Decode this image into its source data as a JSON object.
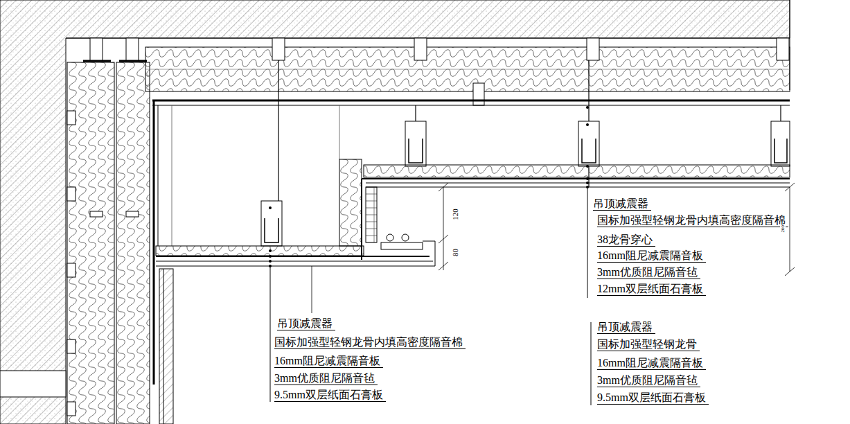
{
  "diagram": {
    "labels": [
      "吊顶减震器",
      "国标加强型轻钢龙骨内填高密度隔音棉",
      "38龙骨穿心",
      "16mm阻尼减震隔音板",
      "3mm优质阻尼隔音毡",
      "12mm双层纸面石膏板",
      "吊顶减震器",
      "国标加强型轻钢龙骨",
      "16mm阻尼减震隔音板",
      "3mm优质阻尼隔音毡",
      "9.5mm双层纸面石膏板",
      "吊顶减震器",
      "国标加强型轻钢龙骨内填高密度隔音棉",
      "16mm阻尼减震隔音板",
      "3mm优质阻尼隔音毡",
      "9.5mm双层纸面石膏板",
      "120",
      "80",
      "200"
    ]
  }
}
